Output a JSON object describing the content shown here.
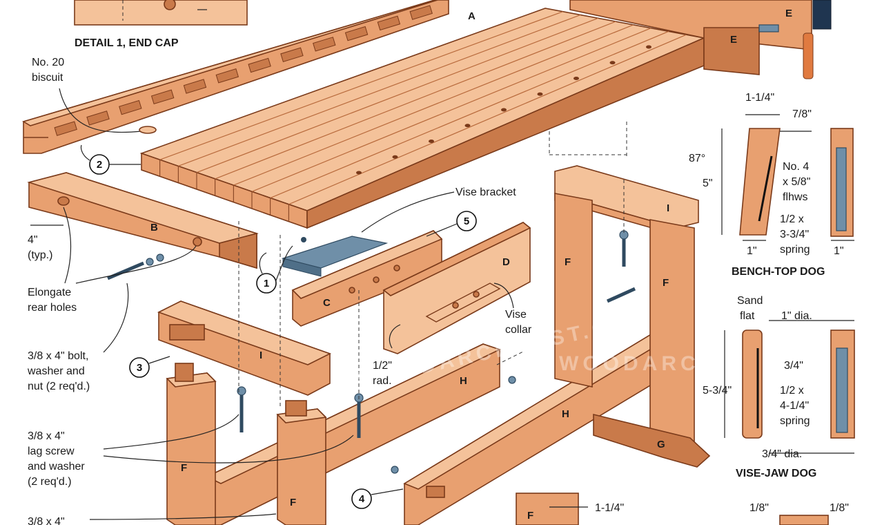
{
  "labels": {
    "detail_end_cap": "DETAIL 1, END CAP",
    "biscuit_line1": "No. 20",
    "biscuit_line2": "biscuit",
    "typ_line1": "4\"",
    "typ_line2": "(typ.)",
    "elongate_line1": "Elongate",
    "elongate_line2": "rear holes",
    "bolt_line1": "3/8 x 4\" bolt,",
    "bolt_line2": "washer and",
    "bolt_line3": "nut (2 req'd.)",
    "lag_line1": "3/8 x 4\"",
    "lag_line2": "lag screw",
    "lag_line3": "and washer",
    "lag_line4": "(2 req'd.)",
    "bottom_cut": "3/8 x 4\"",
    "vise_bracket": "Vise bracket",
    "vise_collar_line1": "Vise",
    "vise_collar_line2": "collar",
    "rad_line1": "1/2\"",
    "rad_line2": "rad.",
    "bench_top_dog": "BENCH-TOP DOG",
    "vise_jaw_dog": "VISE-JAW DOG",
    "dim_1_1_4": "1-1/4\"",
    "dim_7_8": "7/8\"",
    "dim_87": "87°",
    "dim_5": "5\"",
    "dim_1a": "1\"",
    "dim_1b": "1\"",
    "fhws_line1": "No. 4",
    "fhws_line2": "x 5/8\"",
    "fhws_line3": "flhws",
    "spring1_line1": "1/2 x",
    "spring1_line2": "3-3/4\"",
    "spring1_line3": "spring",
    "sand_line1": "Sand",
    "sand_line2": "flat",
    "dim_1dia": "1\" dia.",
    "dim_3_4": "3/4\"",
    "dim_5_3_4": "5-3/4\"",
    "spring2_line1": "1/2 x",
    "spring2_line2": "4-1/4\"",
    "spring2_line3": "spring",
    "dim_3_4_dia": "3/4\" dia.",
    "dim_1_1_4_bottom": "1-1/4\"",
    "dim_1_8_a": "1/8\"",
    "dim_1_8_b": "1/8\"",
    "watermark": "WOODARCHIVIST.COM"
  },
  "parts": {
    "A": "A",
    "B": "B",
    "C": "C",
    "D": "D",
    "E1": "E",
    "E2": "E",
    "F1": "F",
    "F2": "F",
    "F3": "F",
    "F4": "F",
    "F5": "F",
    "G": "G",
    "H1": "H",
    "H2": "H",
    "I1": "I",
    "I2": "I"
  },
  "callouts": [
    "1",
    "2",
    "3",
    "4",
    "5"
  ],
  "colors": {
    "wood": "#e8a070",
    "wood_light": "#f4c29a",
    "wood_dark": "#c97a4a",
    "outline": "#7a3a1a",
    "hardware": "#6f8fa8"
  }
}
